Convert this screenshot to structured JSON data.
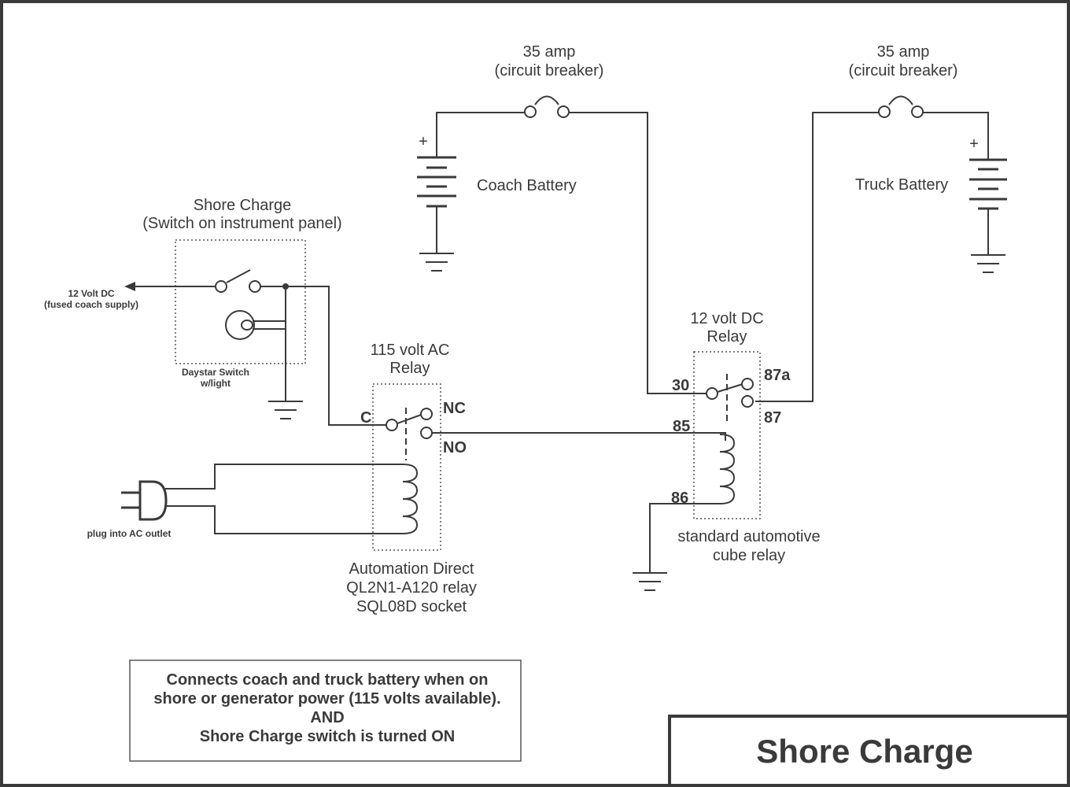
{
  "breaker_left": {
    "amps": "35 amp",
    "type": "(circuit breaker)"
  },
  "breaker_right": {
    "amps": "35 amp",
    "type": "(circuit breaker)"
  },
  "coach_battery": {
    "label": "Coach Battery",
    "plus": "+"
  },
  "truck_battery": {
    "label": "Truck Battery",
    "plus": "+"
  },
  "shore_switch": {
    "title": "Shore Charge",
    "subtitle": "(Switch on instrument panel)",
    "device_line1": "Daystar Switch",
    "device_line2": "w/light"
  },
  "supply": {
    "line1": "12 Volt DC",
    "line2": "(fused coach supply)"
  },
  "ac_relay": {
    "title1": "115 volt AC",
    "title2": "Relay",
    "pin_c": "C",
    "pin_nc": "NC",
    "pin_no": "NO",
    "desc1": "Automation  Direct",
    "desc2": "QL2N1-A120 relay",
    "desc3": "SQL08D socket"
  },
  "dc_relay": {
    "title1": "12 volt DC",
    "title2": "Relay",
    "pin_30": "30",
    "pin_87a": "87a",
    "pin_87": "87",
    "pin_85": "85",
    "pin_86": "86",
    "desc1": "standard automotive",
    "desc2": "cube relay"
  },
  "plug": {
    "label": "plug into AC outlet"
  },
  "note": {
    "line1": "Connects coach and truck battery when on",
    "line2": "shore or generator power (115 volts available).",
    "line3": "AND",
    "line4": "Shore Charge switch is turned ON"
  },
  "title_block": {
    "title": "Shore Charge"
  }
}
